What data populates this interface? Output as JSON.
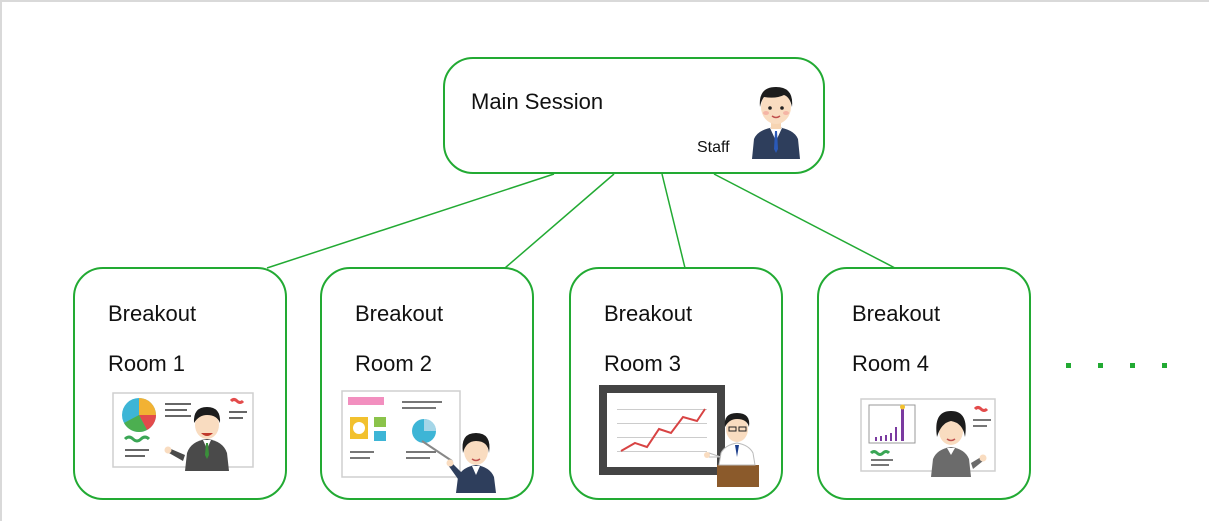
{
  "colors": {
    "border": "#22aa33",
    "line": "#22aa33",
    "frame": "#d9d9d9"
  },
  "main_session": {
    "title": "Main Session",
    "staff_label": "Staff",
    "icon": "staff-person-icon"
  },
  "rooms": [
    {
      "line1": "Breakout",
      "line2": "Room 1",
      "icon": "presenter-pie-chart-board"
    },
    {
      "line1": "Breakout",
      "line2": "Room 2",
      "icon": "presenter-pointer-board"
    },
    {
      "line1": "Breakout",
      "line2": "Room 3",
      "icon": "presenter-line-chart-board"
    },
    {
      "line1": "Breakout",
      "line2": "Room 4",
      "icon": "presenter-bar-chart-board"
    }
  ],
  "more_indicator": "more-rooms-dots"
}
